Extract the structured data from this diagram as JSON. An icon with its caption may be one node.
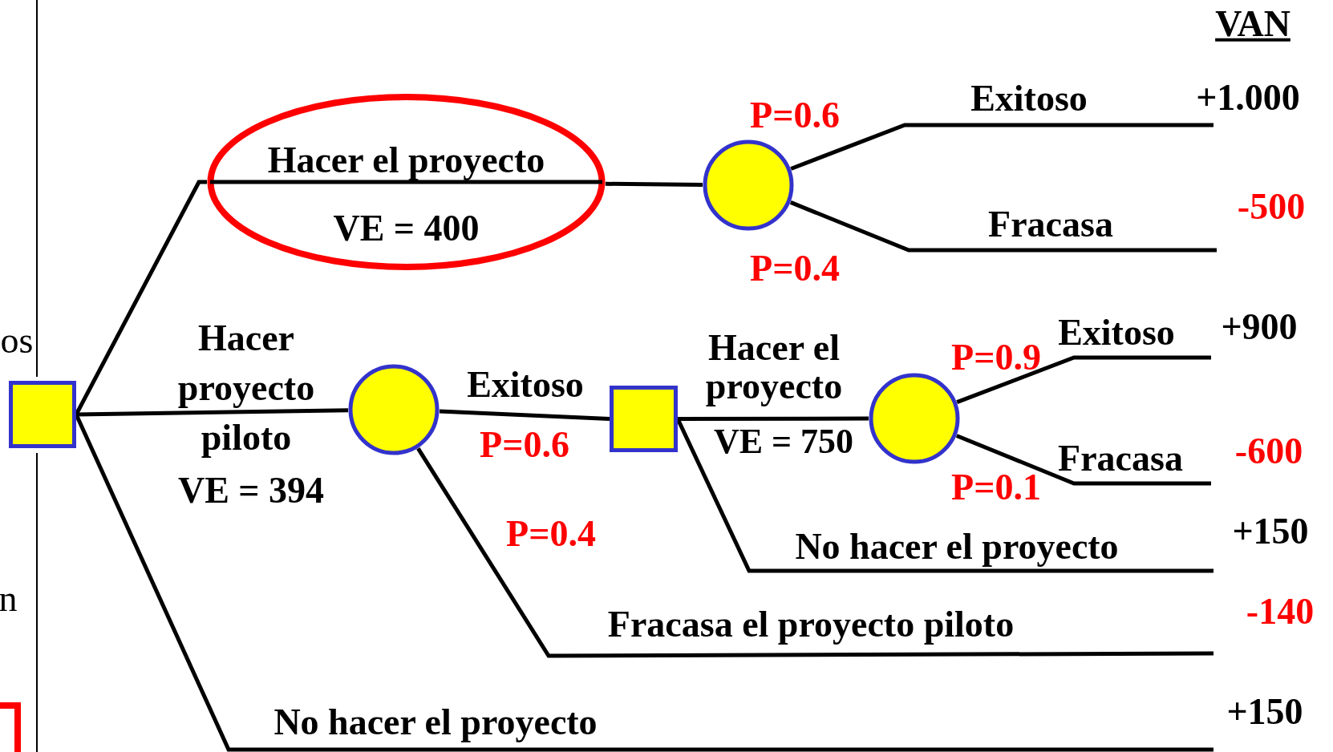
{
  "diagram": {
    "nodes": [
      {
        "text": [],
        "shape": "box"
      },
      {
        "text": [
          "Hacer el proyecto",
          "VE = 400"
        ]
      },
      {
        "text": [],
        "shape": "circle"
      },
      {
        "text": [],
        "shape": "circle"
      },
      {
        "text": [],
        "shape": "box"
      },
      {
        "text": [],
        "shape": "circle"
      }
    ],
    "edges": [
      {
        "from": 0,
        "to": 1,
        "arrow": "none"
      },
      {
        "from": 1,
        "to": 2,
        "arrow": "none"
      },
      {
        "from": 2,
        "to": null,
        "arrow": "none",
        "label": "Exitoso"
      },
      {
        "from": 2,
        "to": null,
        "arrow": "none",
        "label": "Fracasa"
      },
      {
        "from": 0,
        "to": 3,
        "arrow": "none",
        "label": "Hacer proyecto piloto"
      },
      {
        "from": 3,
        "to": 4,
        "arrow": "none",
        "label": "Exitoso"
      },
      {
        "from": 3,
        "to": null,
        "arrow": "none",
        "label": "Fracasa el proyecto piloto"
      },
      {
        "from": 4,
        "to": 5,
        "arrow": "none",
        "label": "Hacer el proyecto"
      },
      {
        "from": 4,
        "to": null,
        "arrow": "none",
        "label": "No hacer el proyecto"
      },
      {
        "from": 5,
        "to": null,
        "arrow": "none",
        "label": "Exitoso"
      },
      {
        "from": 5,
        "to": null,
        "arrow": "none",
        "label": "Fracasa"
      },
      {
        "from": 0,
        "to": null,
        "arrow": "none",
        "label": "No hacer el proyecto"
      }
    ],
    "labels": [
      "VAN",
      "P=0.6",
      "+1.000",
      "-500",
      "P=0.4",
      "os",
      "+900",
      "P=0.9",
      "VE = 394",
      "P=0.6",
      "VE = 750",
      "-600",
      "P=0.1",
      "P=0.4",
      "+150",
      "n",
      "-140",
      "+150"
    ]
  }
}
